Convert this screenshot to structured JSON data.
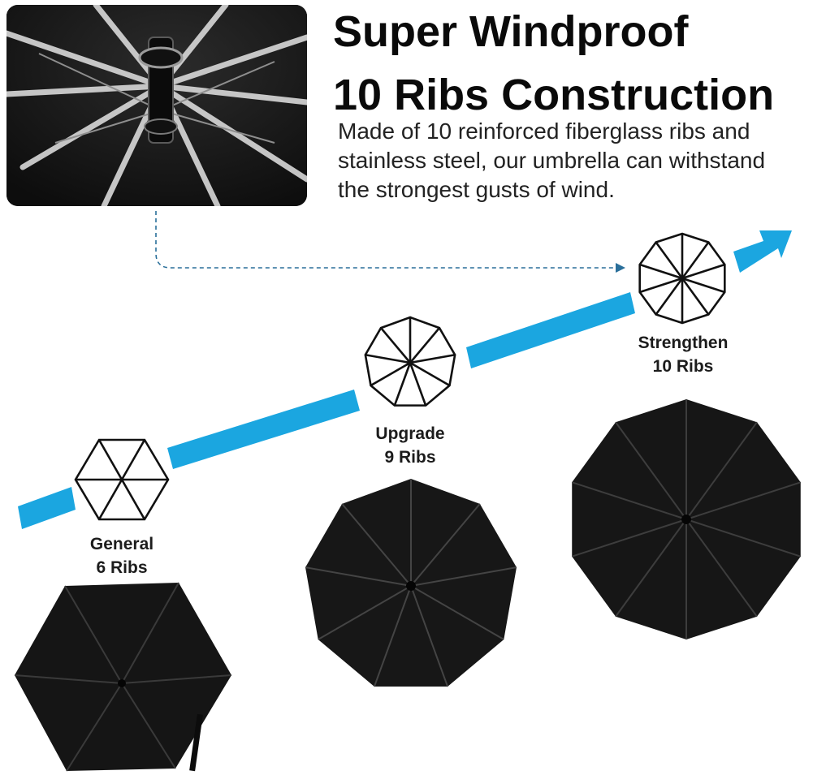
{
  "heading": {
    "line1": "Super Windproof",
    "line2": "10 Ribs Construction"
  },
  "description": {
    "line1": "Made of 10 reinforced fiberglass ribs and",
    "line2": "stainless steel, our umbrella can withstand",
    "line3": "the strongest gusts of wind."
  },
  "tiers": [
    {
      "name": "General",
      "ribs": "6 Ribs"
    },
    {
      "name": "Upgrade",
      "ribs": "9 Ribs"
    },
    {
      "name": "Strengthen",
      "ribs": "10 Ribs"
    }
  ],
  "colors": {
    "accent": "#1ba6e0",
    "canopy": "#141414",
    "text": "#0a0a0a"
  }
}
